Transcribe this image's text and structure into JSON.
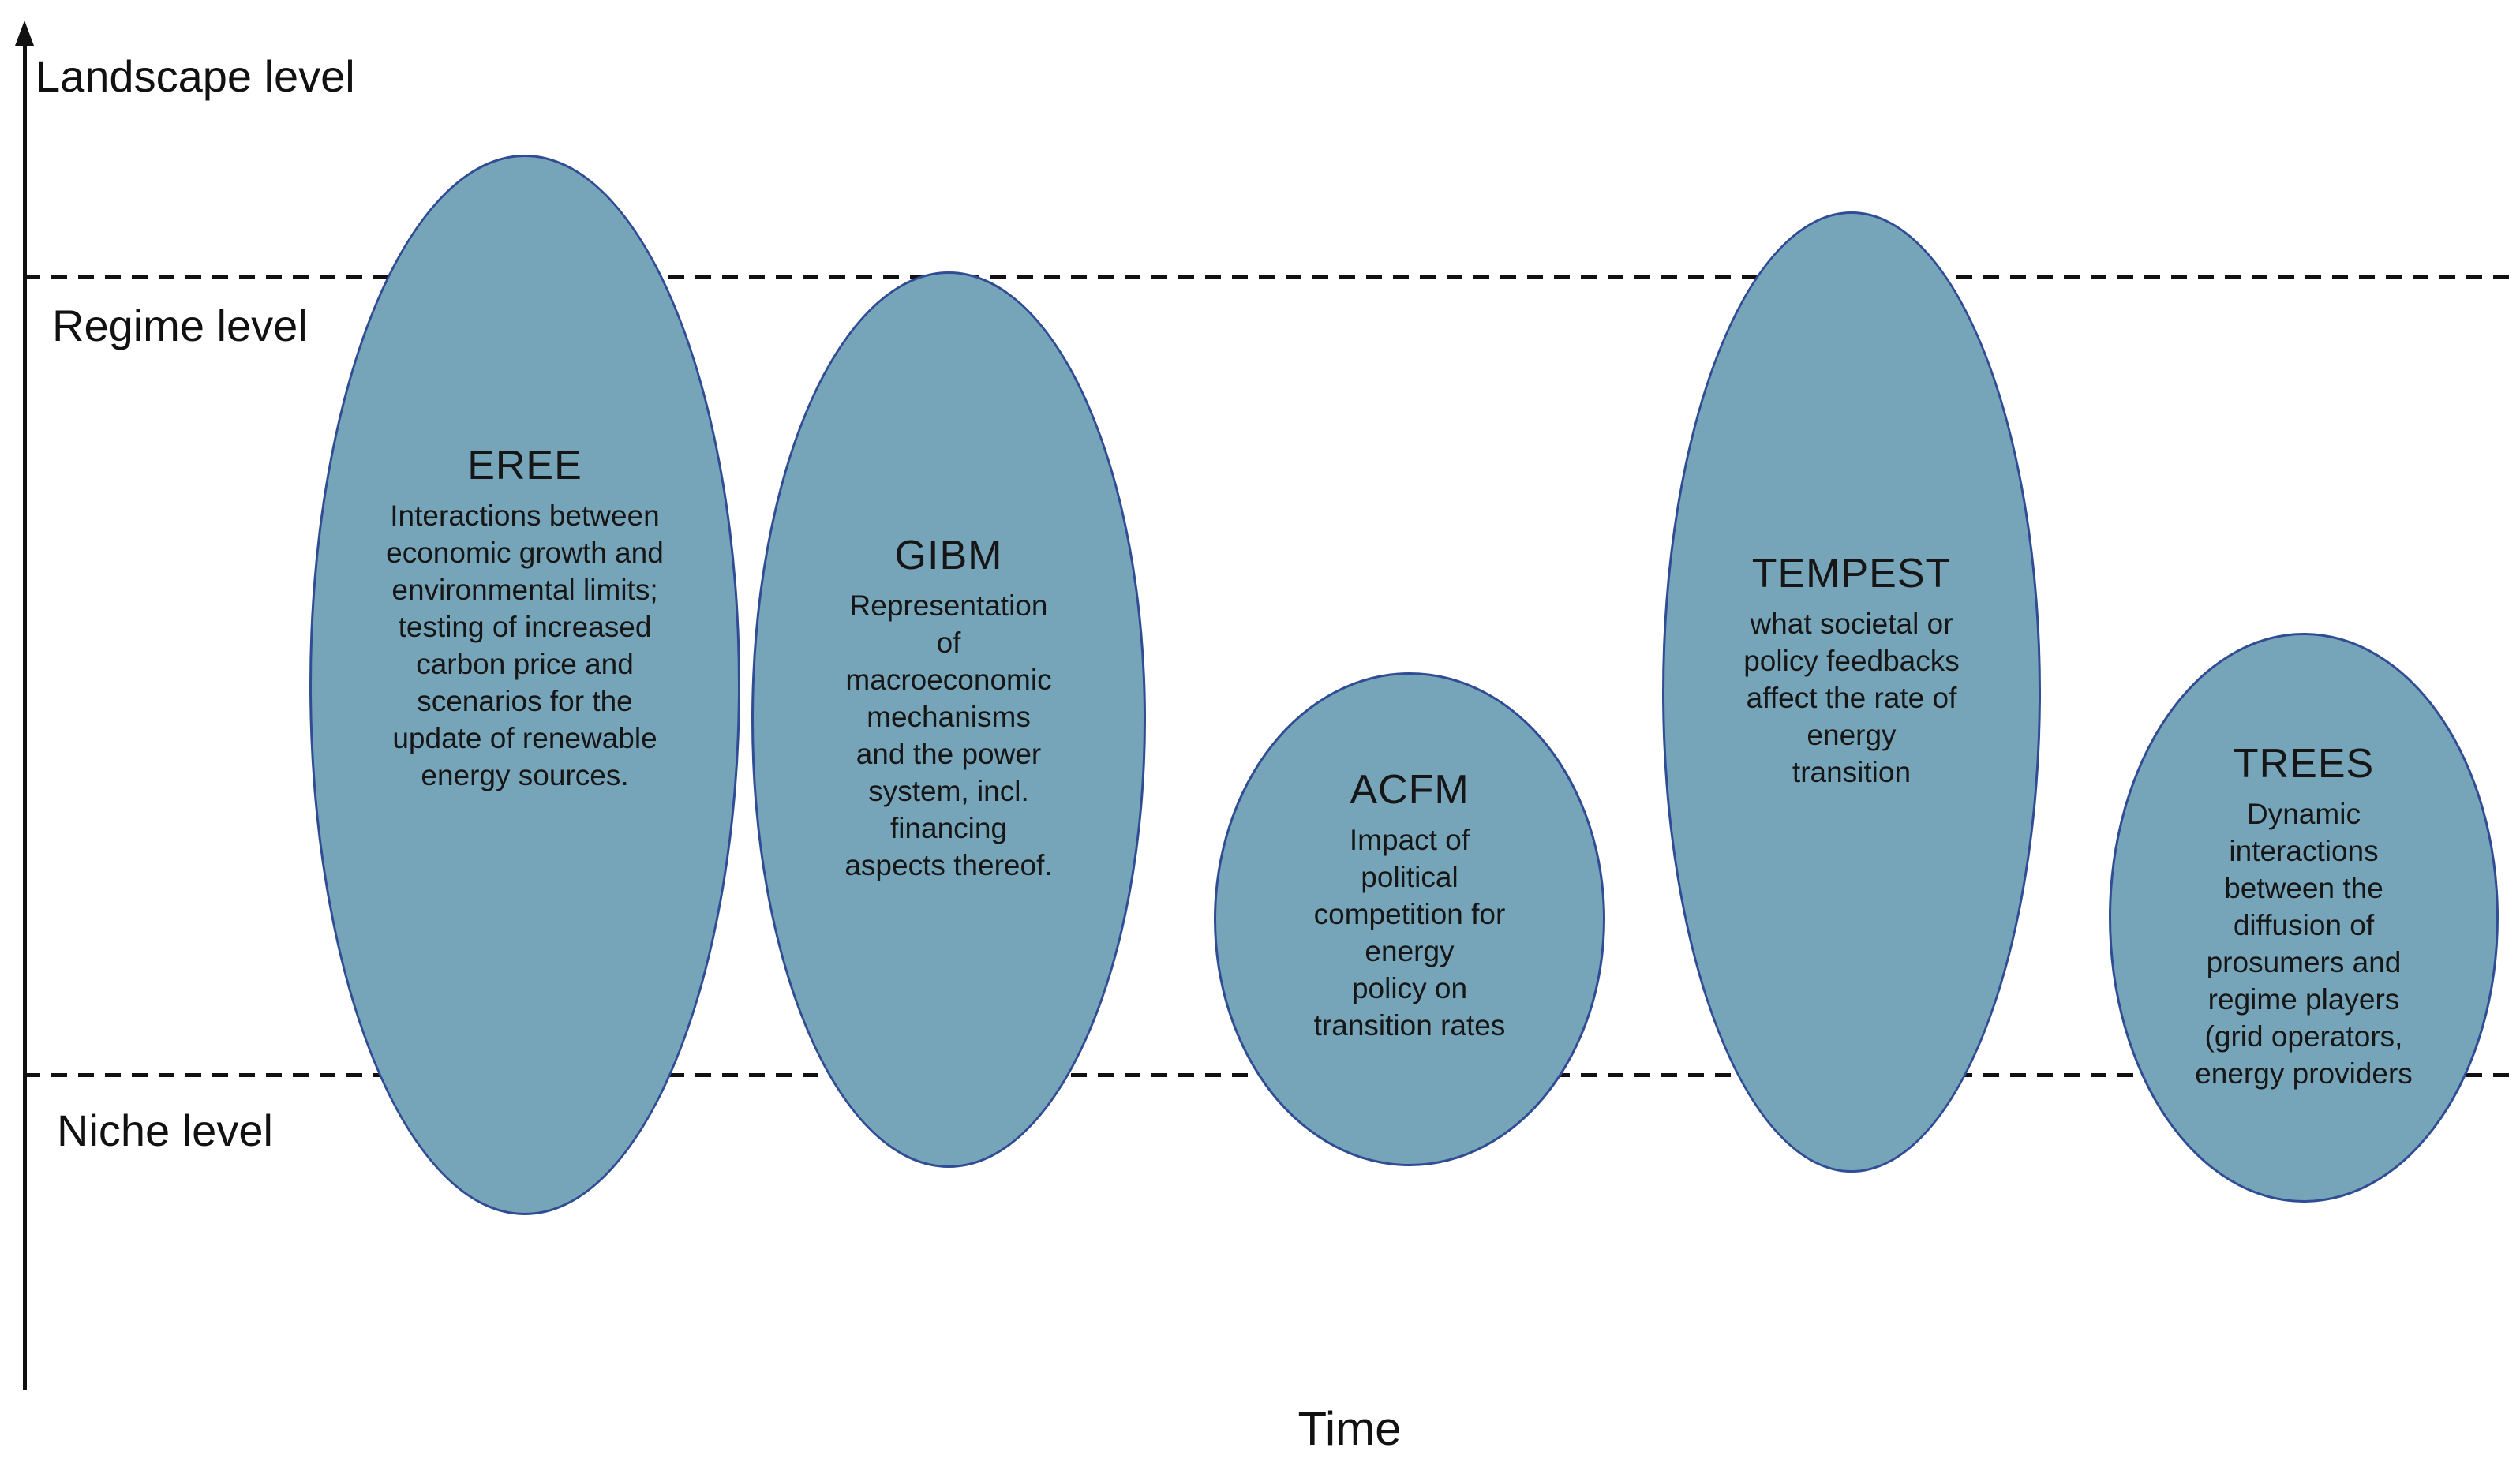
{
  "levels": {
    "landscape": "Landscape level",
    "regime": "Regime level",
    "niche": "Niche level"
  },
  "time_axis_label": "Time",
  "models": [
    {
      "title": "EREE",
      "description": "Interactions between\neconomic growth and\nenvironmental limits;\ntesting of increased\ncarbon price and\nscenarios for the\nupdate of renewable\nenergy sources."
    },
    {
      "title": "GIBM",
      "description": "Representation\nof\nmacroeconomic\nmechanisms\nand the power\nsystem, incl.\nfinancing\naspects thereof."
    },
    {
      "title": "ACFM",
      "description": "Impact of\npolitical\ncompetition for\nenergy\npolicy on\ntransition rates"
    },
    {
      "title": "TEMPEST",
      "description": "what societal or\npolicy feedbacks\naffect the rate of\nenergy\ntransition"
    },
    {
      "title": "TREES",
      "description": "Dynamic\ninteractions\nbetween the\ndiffusion of\nprosumers and\nregime players\n(grid operators,\nenergy providers"
    }
  ],
  "colors": {
    "ellipse_fill": "#76a4b8",
    "ellipse_stroke": "#2f4c94",
    "line_color": "#111111",
    "text_color": "#161616"
  }
}
